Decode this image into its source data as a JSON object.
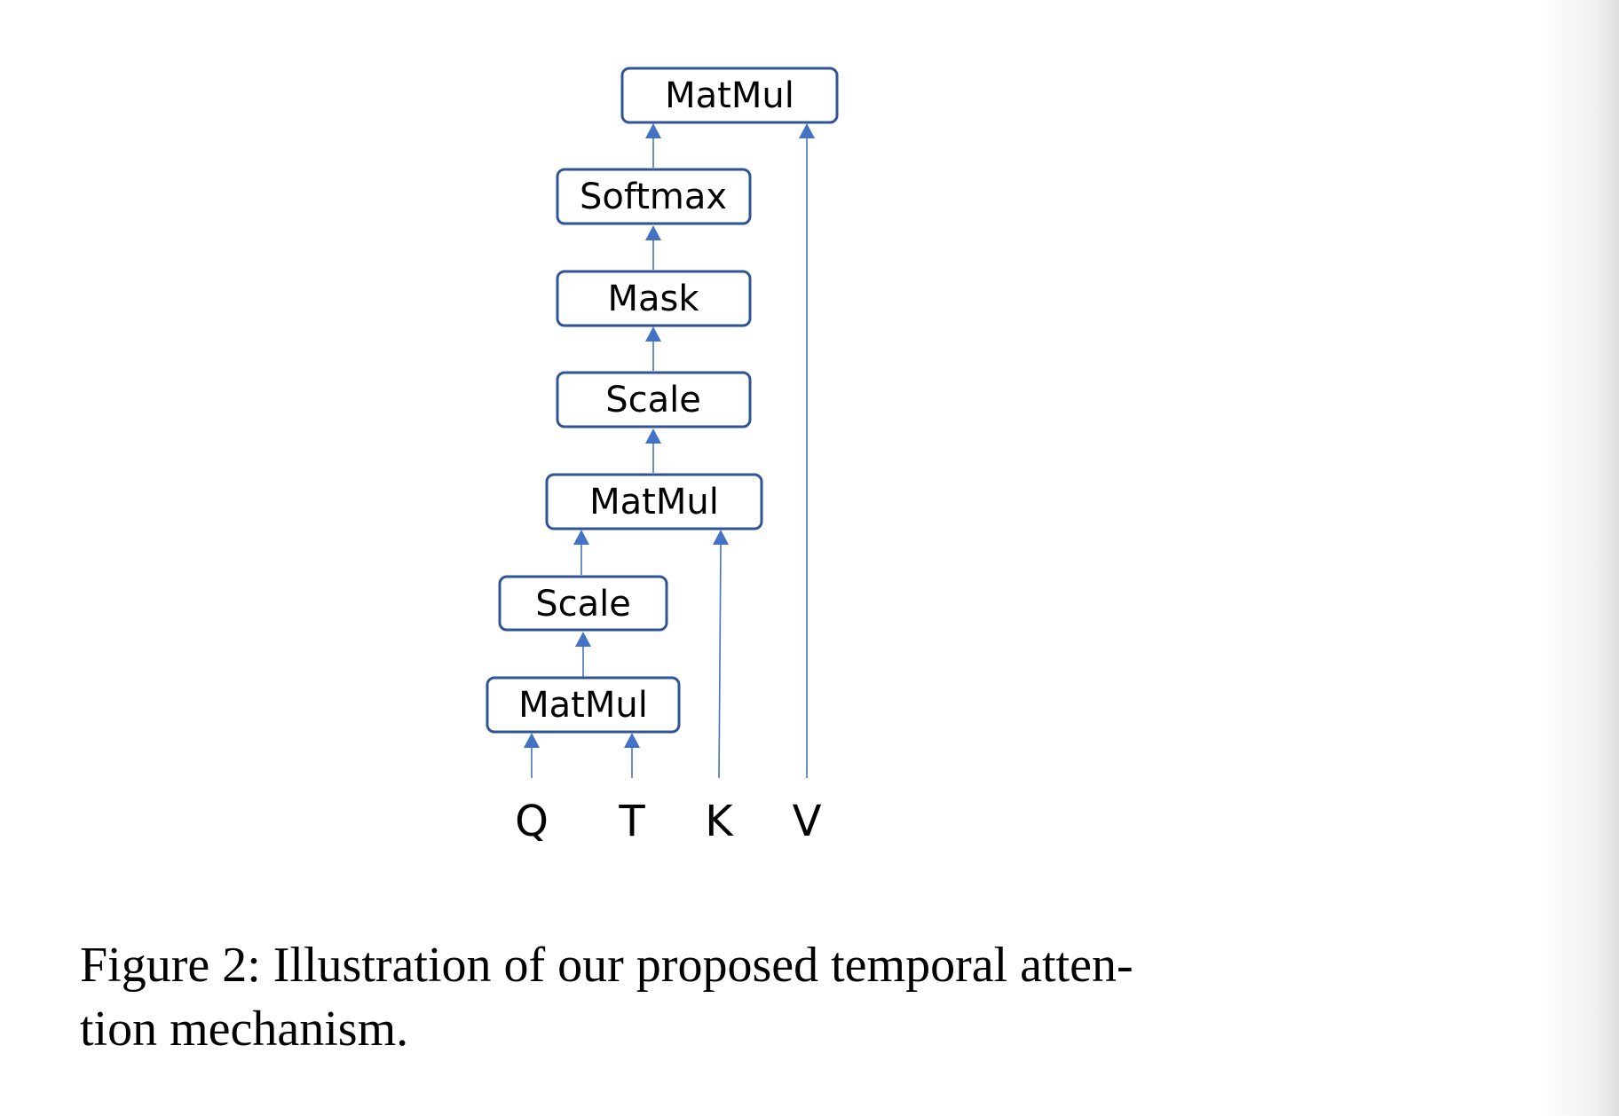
{
  "diagram": {
    "nodes": [
      {
        "id": "matmul-top",
        "label": "MatMul"
      },
      {
        "id": "softmax",
        "label": "Softmax"
      },
      {
        "id": "mask",
        "label": "Mask"
      },
      {
        "id": "scale-upper",
        "label": "Scale"
      },
      {
        "id": "matmul-middle",
        "label": "MatMul"
      },
      {
        "id": "scale-lower",
        "label": "Scale"
      },
      {
        "id": "matmul-bottom",
        "label": "MatMul"
      }
    ],
    "inputs": [
      {
        "id": "q",
        "label": "Q"
      },
      {
        "id": "t",
        "label": "T"
      },
      {
        "id": "k",
        "label": "K"
      },
      {
        "id": "v",
        "label": "V"
      }
    ],
    "edges": [
      {
        "from": "q",
        "to": "matmul-bottom"
      },
      {
        "from": "t",
        "to": "matmul-bottom"
      },
      {
        "from": "matmul-bottom",
        "to": "scale-lower"
      },
      {
        "from": "scale-lower",
        "to": "matmul-middle"
      },
      {
        "from": "k",
        "to": "matmul-middle"
      },
      {
        "from": "matmul-middle",
        "to": "scale-upper"
      },
      {
        "from": "scale-upper",
        "to": "mask"
      },
      {
        "from": "mask",
        "to": "softmax"
      },
      {
        "from": "softmax",
        "to": "matmul-top"
      },
      {
        "from": "v",
        "to": "matmul-top"
      }
    ],
    "colors": {
      "box_border": "#2f5597",
      "arrow": "#4472c4"
    }
  },
  "caption": {
    "line1": "Figure 2:  Illustration of our proposed temporal atten-",
    "line2": "tion mechanism."
  }
}
